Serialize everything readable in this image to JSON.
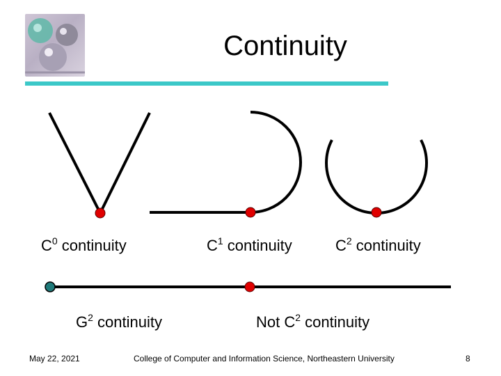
{
  "slide": {
    "title": "Continuity",
    "logo_icon": "glass-spheres-logo-icon",
    "accent_color": "#3cc8c8",
    "joint_color": "#e00000",
    "g2_joint_color": "#1f7a7a"
  },
  "labels": {
    "c0": {
      "base": "C",
      "sup": "0",
      "rest": " continuity"
    },
    "c1": {
      "base": "C",
      "sup": "1",
      "rest": " continuity"
    },
    "c2": {
      "base": "C",
      "sup": "2",
      "rest": " continuity"
    },
    "g2": {
      "base": "G",
      "sup": "2",
      "rest": " continuity"
    },
    "notc2": {
      "base": "Not C",
      "sup": "2",
      "rest": " continuity"
    }
  },
  "footer": {
    "date": "May 22, 2021",
    "institution": "College of Computer and Information Science, Northeastern University",
    "page_number": "8"
  }
}
